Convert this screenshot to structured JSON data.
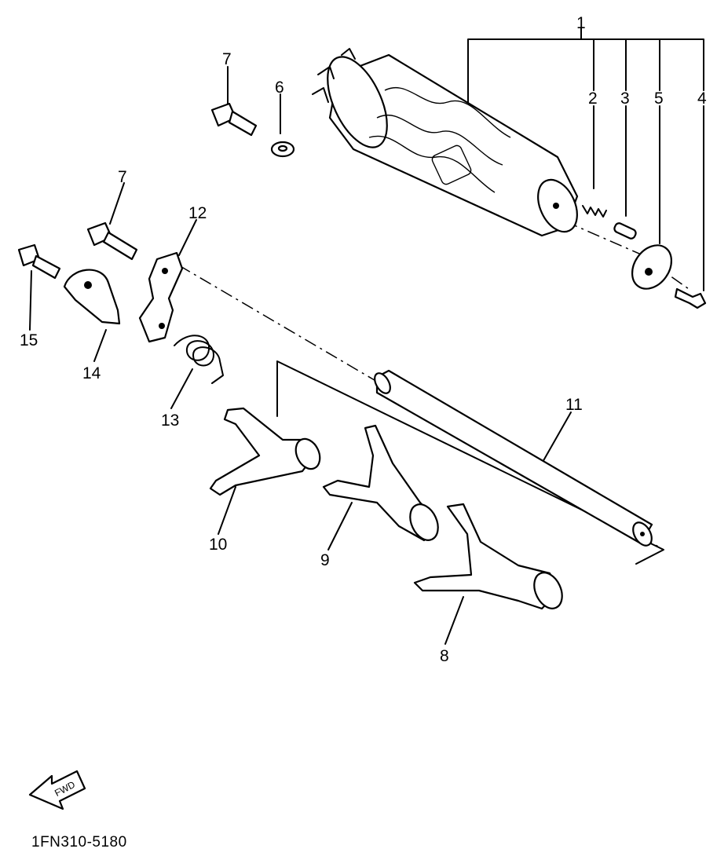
{
  "diagram_code": "1FN310-5180",
  "fwd_label": "FWD",
  "callouts": {
    "c1": "1",
    "c2": "2",
    "c3": "3",
    "c4": "4",
    "c5": "5",
    "c6": "6",
    "c7a": "7",
    "c7b": "7",
    "c8": "8",
    "c9": "9",
    "c10": "10",
    "c11": "11",
    "c12": "12",
    "c13": "13",
    "c14": "14",
    "c15": "15"
  }
}
